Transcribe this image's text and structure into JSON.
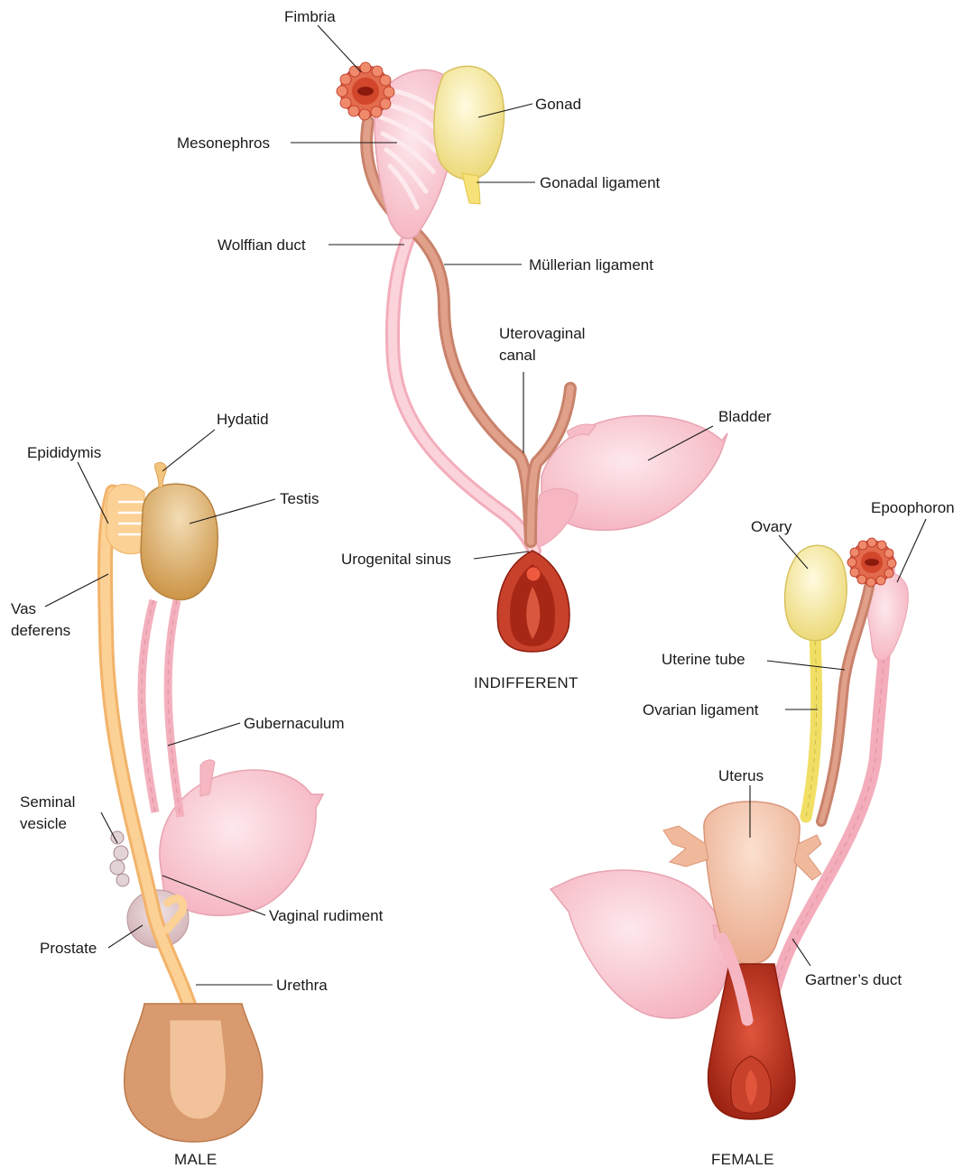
{
  "captions": {
    "indifferent": "INDIFFERENT",
    "male": "MALE",
    "female": "FEMALE"
  },
  "labels": {
    "indifferent": {
      "fimbria": "Fimbria",
      "gonad": "Gonad",
      "mesonephros": "Mesonephros",
      "gonadal_ligament": "Gonadal ligament",
      "wolffian_duct": "Wolffian duct",
      "mullerian_ligament": "Müllerian ligament",
      "uterovaginal_canal_1": "Uterovaginal",
      "uterovaginal_canal_2": "canal",
      "bladder": "Bladder",
      "urogenital_sinus": "Urogenital sinus"
    },
    "male": {
      "hydatid": "Hydatid",
      "epididymis": "Epididymis",
      "testis": "Testis",
      "vas_deferens_1": "Vas",
      "vas_deferens_2": "deferens",
      "gubernaculum": "Gubernaculum",
      "seminal_vesicle_1": "Seminal",
      "seminal_vesicle_2": "vesicle",
      "vaginal_rudiment": "Vaginal rudiment",
      "prostate": "Prostate",
      "urethra": "Urethra"
    },
    "female": {
      "ovary": "Ovary",
      "epoophoron": "Epoophoron",
      "uterine_tube": "Uterine tube",
      "ovarian_ligament": "Ovarian ligament",
      "uterus": "Uterus",
      "gartners_duct": "Gartner’s duct"
    }
  },
  "colors": {
    "pink_tissue": "#f9c6cf",
    "pink_outline": "#e8a3b0",
    "mullerian_duct": "#d9957f",
    "gonad_yellow": "#f7eda0",
    "testis_tan": "#d2a25a",
    "male_duct": "#fbd195",
    "uterus_flesh": "#f1b99b",
    "red_tissue": "#b8321f",
    "skin_brown": "#d89a6e"
  }
}
